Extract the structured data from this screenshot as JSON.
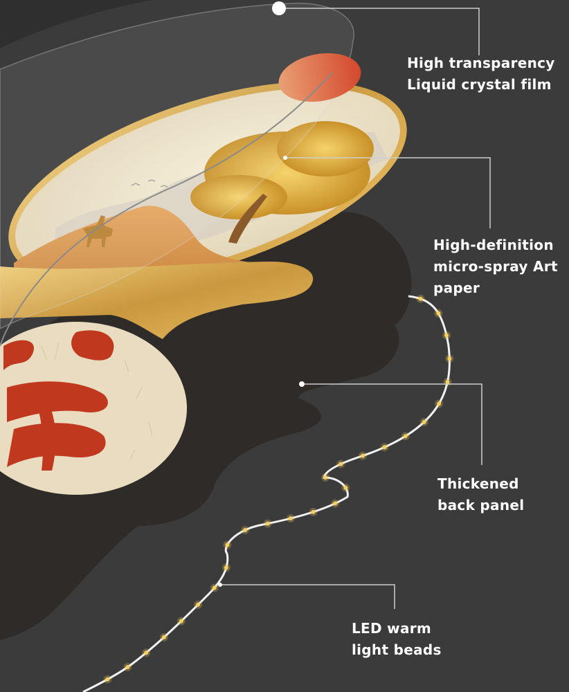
{
  "colors": {
    "background": "#3b3b3c",
    "back_panel": "#2e2b29",
    "label_text": "#ffffff",
    "leader_line": "#cfcfcf",
    "led_wire": "#f2f2f2",
    "led_bead": "#f5d060",
    "gold_frame": "#c9a25a",
    "seal_red": "#c0391e"
  },
  "callouts": [
    {
      "id": "film",
      "lines": [
        "High transparency",
        "Liquid crystal film"
      ]
    },
    {
      "id": "paper",
      "lines": [
        "High-definition",
        "micro-spray Art",
        "paper"
      ]
    },
    {
      "id": "panel",
      "lines": [
        "Thickened",
        "back panel"
      ]
    },
    {
      "id": "led",
      "lines": [
        "LED warm",
        "light beads"
      ]
    }
  ]
}
